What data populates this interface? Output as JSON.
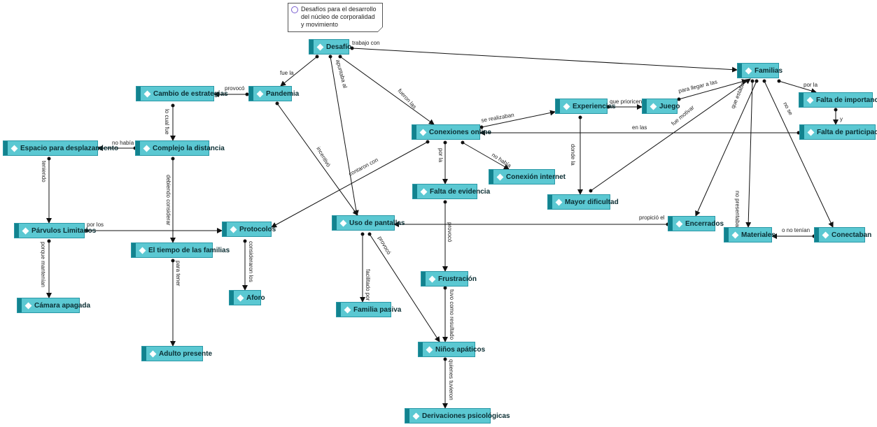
{
  "note": {
    "text": "Desafíos para el desarrollo del núcleo de corporalidad y movimiento"
  },
  "nodes": {
    "desafio": "Desafío",
    "pandemia": "Pandemia",
    "cambio_estrategias": "Cambio de estrategias",
    "complejo_distancia": "Complejo la distancia",
    "espacio_desplazamiento": "Espacio para desplazamiento",
    "parvulos_limitados": "Párvulos Limitados",
    "camara_apagada": "Cámara apagada",
    "tiempo_familias": "El tiempo de las familias",
    "adulto_presente": "Adulto presente",
    "protocolos": "Protocolos",
    "aforo": "Aforo",
    "conexiones_online": "Conexiones online",
    "uso_pantallas": "Uso de pantallas",
    "familia_pasiva": "Familia pasiva",
    "falta_evidencia": "Falta de evidencia",
    "frustracion": "Frustración",
    "ninos_apaticos": "Niños apáticos",
    "derivaciones": "Derivaciones psicológicas",
    "conexion_internet": "Conexión internet",
    "experiencias": "Experiencias",
    "juego": "Juego",
    "mayor_dificultad": "Mayor dificultad",
    "familias": "Familias",
    "falta_importancia": "Falta de importancia",
    "falta_participacion": "Falta de participación",
    "encerrados": "Encerrados",
    "materiales": "Materiales",
    "conectaban": "Conectaban"
  },
  "edge_labels": {
    "trabajo_con": "trabajo con",
    "fue_la": "fue la",
    "apuntaba_al": "apuntaba al",
    "fueron_las": "fueron las",
    "provoco": "provocó",
    "lo_cual_fue": "lo cual fue",
    "no_habia": "no había",
    "teniendo": "teniendo",
    "debiendo_considerar": "debiendo considerar",
    "por_los": "por los",
    "porque_mantenian": "porque mantenían",
    "para_tener": "para tener",
    "consideraron_los": "consideraron los",
    "incentivo": "incentivó",
    "contaron_con": "contaron con",
    "por_la": "por la",
    "no_habia_2": "no había",
    "se_realizaban": "se realizaban",
    "que_prioricen": "que prioricen",
    "para_llegar": "para llegar a las",
    "donde_la": "donde la",
    "fue_motivar": "fue motivar",
    "en_las": "en las",
    "propicio_el": "propició el",
    "que_estaban": "que estaban",
    "no_presentaban": "no presentaban",
    "no_se": "no se",
    "o_no_tenian": "o no tenían",
    "por_la_2": "por la",
    "y": "y",
    "facilitado_por": "facilitado por",
    "provoco_2": "provocó",
    "provoco_3": "provocó",
    "tuvo_resultado": "tuvo como resultado",
    "quienes_tuvieron": "quienes tuvieron"
  }
}
